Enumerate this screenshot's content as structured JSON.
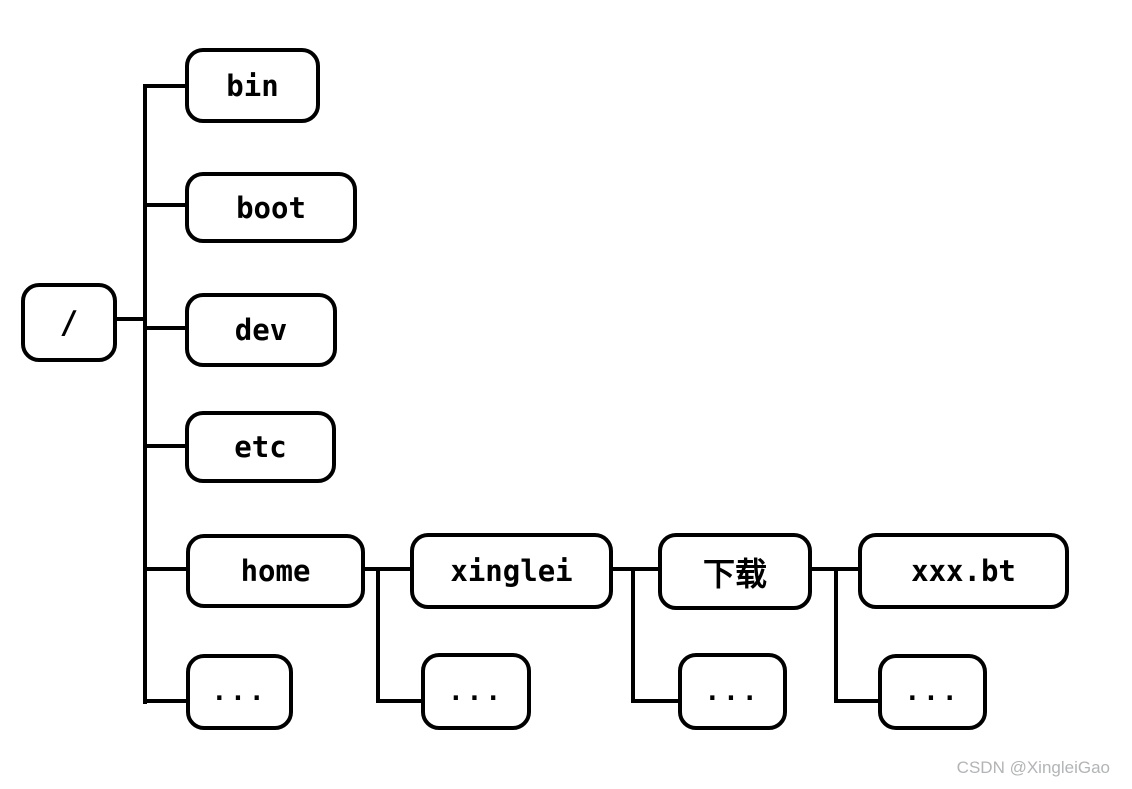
{
  "nodes": {
    "root": {
      "label": "/"
    },
    "bin": {
      "label": "bin"
    },
    "boot": {
      "label": "boot"
    },
    "dev": {
      "label": "dev"
    },
    "etc": {
      "label": "etc"
    },
    "home": {
      "label": "home"
    },
    "root_more": {
      "label": "..."
    },
    "xinglei": {
      "label": "xinglei"
    },
    "home_more": {
      "label": "..."
    },
    "downloads": {
      "label": "下载"
    },
    "xinglei_more": {
      "label": "..."
    },
    "torrent_file": {
      "label": "xxx.bt"
    },
    "downloads_more": {
      "label": "..."
    }
  },
  "hierarchy": {
    "root": "/",
    "children_of_root": [
      "bin",
      "boot",
      "dev",
      "etc",
      "home",
      "..."
    ],
    "children_of_home": [
      "xinglei",
      "..."
    ],
    "children_of_xinglei": [
      "下载",
      "..."
    ],
    "children_of_downloads": [
      "xxx.bt",
      "..."
    ]
  },
  "watermark": {
    "text": "CSDN @XingleiGao",
    "color": "#b2b4b6"
  },
  "colors": {
    "stroke": "#000000",
    "node_fill": "#ffffff",
    "background": "#ffffff"
  }
}
